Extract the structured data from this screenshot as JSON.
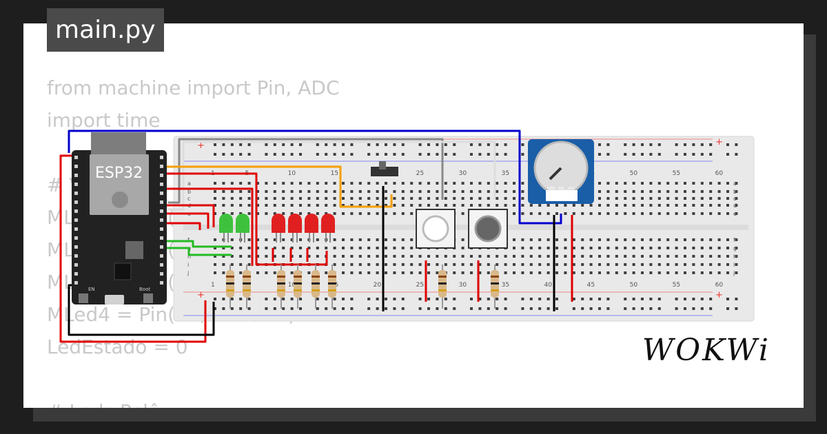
{
  "editor": {
    "tab_label": "main.py",
    "code_lines": [
      "from machine import Pin, ADC",
      "import time",
      "",
      "# Variáveis",
      "MLed1 = Pin(5, Pin.OUT)",
      "MLed2 = Pin(18, Pin.OUT)",
      "MLed3 = Pin(19, Pin.OUT)",
      "MLed4 = Pin(22, Pin.OUT)",
      "LedEstado = 0",
      "",
      "# Leds Pelê"
    ]
  },
  "circuit": {
    "board_label": "ESP32",
    "breadboard": {
      "column_numbers": [
        "1",
        "5",
        "10",
        "15",
        "20",
        "25",
        "30",
        "35",
        "40",
        "45",
        "50",
        "55",
        "60"
      ],
      "row_letters_top": [
        "a",
        "b",
        "c",
        "d",
        "e"
      ],
      "row_letters_bottom": [
        "f",
        "g",
        "h",
        "i",
        "j"
      ]
    },
    "potentiometer_pins": [
      "GND",
      "SIG",
      "VCC"
    ],
    "button_label": "Boot",
    "en_label": "EN",
    "leds": {
      "green_count": 2,
      "red_count": 4
    }
  },
  "colors": {
    "background": "#1e1e1e",
    "tab": "#4a4a4a",
    "code_text": "#c9c9c9",
    "board": "#222222",
    "wire_red": "#e00000",
    "wire_blue": "#0000cc",
    "wire_orange": "#f5a000",
    "wire_green": "#22bb22",
    "wire_black": "#000000",
    "wire_gray": "#888888",
    "led_green": "#3ec23e",
    "led_red": "#e02020"
  },
  "brand": {
    "logo_text": "WOKWi"
  }
}
